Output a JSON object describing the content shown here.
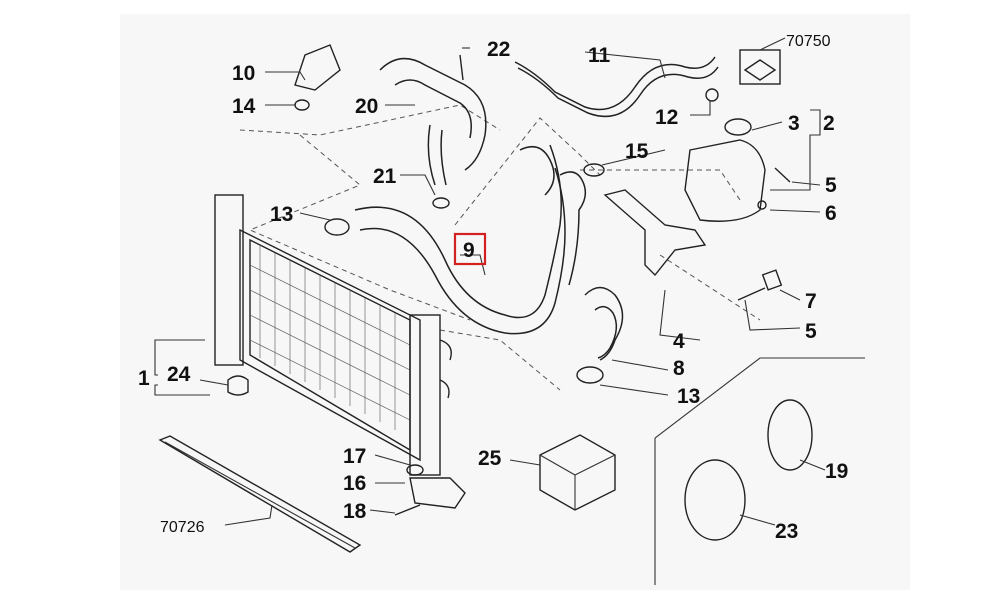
{
  "labels": {
    "l1": "1",
    "l2": "2",
    "l3": "3",
    "l4": "4",
    "l5a": "5",
    "l5b": "5",
    "l6": "6",
    "l7": "7",
    "l8": "8",
    "l9": "9",
    "l10": "10",
    "l11": "11",
    "l12": "12",
    "l13a": "13",
    "l13b": "13",
    "l14": "14",
    "l15": "15",
    "l16": "16",
    "l17": "17",
    "l18": "18",
    "l19": "19",
    "l20": "20",
    "l21": "21",
    "l22": "22",
    "l23": "23",
    "l24": "24",
    "l25": "25",
    "l70750": "70750",
    "l70726": "70726"
  },
  "colors": {
    "highlight": "#d32020",
    "paper": "#f7f7f7"
  }
}
